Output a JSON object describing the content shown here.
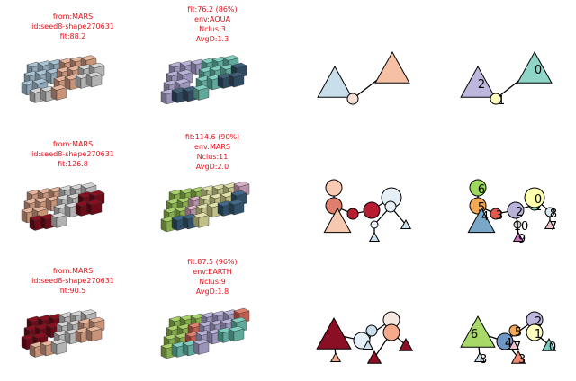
{
  "rows": [
    {
      "left_caption": [
        "from:MARS",
        "id:seed8-shape270631",
        "fit:88.2"
      ],
      "right_caption": [
        "fit:76.2 (86%)",
        "env:AQUA",
        "Nclus:3",
        "AvgD:1.3"
      ],
      "left_blocks": [
        {
          "faces": [
            "#a9c4d6",
            "#8fa8b8",
            "#6a7d8a"
          ]
        },
        {
          "faces": [
            "#e6b49a",
            "#c99377",
            "#8a6455"
          ]
        },
        {
          "faces": [
            "#d5d5d5",
            "#b3b3b3",
            "#7f7f7f"
          ]
        }
      ],
      "right_blocks": [
        {
          "faces": [
            "#b8b3d8",
            "#9a95ba",
            "#6e6a88"
          ]
        },
        {
          "faces": [
            "#7ecfbf",
            "#5ea999",
            "#3f7a6e"
          ]
        },
        {
          "faces": [
            "#3f5f7a",
            "#2f4a60",
            "#1f3344"
          ]
        }
      ],
      "graph1_nodes": [
        {
          "shape": "triangle",
          "color": "#c8dfeb",
          "label": ""
        },
        {
          "shape": "triangle",
          "color": "#f6c0a5",
          "label": ""
        },
        {
          "shape": "circle",
          "color": "#f6e0d5",
          "label": ""
        }
      ],
      "graph2_nodes": [
        {
          "shape": "triangle",
          "color": "#bdb7de",
          "label": "2"
        },
        {
          "shape": "triangle",
          "color": "#8ed4c7",
          "label": "0"
        },
        {
          "shape": "circle",
          "color": "#ffffc0",
          "label": "1"
        }
      ]
    },
    {
      "left_caption": [
        "from:MARS",
        "id:seed8-shape270631",
        "fit:126.8"
      ],
      "right_caption": [
        "fit:114.6 (90%)",
        "env:MARS",
        "Nclus:11",
        "AvgD:2.0"
      ],
      "left_blocks": [
        {
          "faces": [
            "#e6b49a",
            "#c99377",
            "#8a6455"
          ]
        },
        {
          "faces": [
            "#d5d5d5",
            "#b3b3b3",
            "#7f7f7f"
          ]
        },
        {
          "faces": [
            "#8b0f1f",
            "#6e0b18",
            "#4a0710"
          ]
        }
      ],
      "right_blocks": [
        {
          "faces": [
            "#a8d068",
            "#86ad4c",
            "#5c7a30"
          ]
        },
        {
          "faces": [
            "#e0e0a8",
            "#bfbf86",
            "#8a8a5c"
          ]
        },
        {
          "faces": [
            "#3f6a8a",
            "#2f5068",
            "#203848"
          ]
        },
        {
          "faces": [
            "#d8b3c8",
            "#b893a8",
            "#8a6a7a"
          ]
        }
      ],
      "graph1_nodes": [
        {
          "shape": "circle",
          "color": "#f9cbb5",
          "label": ""
        },
        {
          "shape": "circle",
          "color": "#e07e6e",
          "label": ""
        },
        {
          "shape": "triangle",
          "color": "#f6c8b0",
          "label": ""
        },
        {
          "shape": "circle",
          "color": "#b81c30",
          "label": ""
        },
        {
          "shape": "circle",
          "color": "#b81c30",
          "label": ""
        },
        {
          "shape": "circle",
          "color": "#e6eef6",
          "label": ""
        },
        {
          "shape": "circle",
          "color": "#e6eef6",
          "label": ""
        },
        {
          "shape": "circle",
          "color": "#e6eef6",
          "label": ""
        },
        {
          "shape": "triangle",
          "color": "#c8dfeb",
          "label": ""
        },
        {
          "shape": "triangle",
          "color": "#c8dfeb",
          "label": ""
        }
      ],
      "graph2_nodes": [
        {
          "shape": "circle",
          "color": "#9ed85a",
          "label": "6"
        },
        {
          "shape": "circle",
          "color": "#f2a955",
          "label": "5"
        },
        {
          "shape": "triangle",
          "color": "#7aa6c8",
          "label": "4"
        },
        {
          "shape": "circle",
          "color": "#e05a4e",
          "label": "3"
        },
        {
          "shape": "circle",
          "color": "#b8b3d8",
          "label": "2"
        },
        {
          "shape": "circle",
          "color": "#8ed4c7",
          "label": "1"
        },
        {
          "shape": "circle",
          "color": "#ffffb0",
          "label": "0"
        },
        {
          "shape": "circle",
          "color": "#d0d0d0",
          "label": "10"
        },
        {
          "shape": "triangle",
          "color": "#c878c0",
          "label": "9"
        },
        {
          "shape": "circle",
          "color": "#d8e8f0",
          "label": "8"
        },
        {
          "shape": "triangle",
          "color": "#f0c0c8",
          "label": "7"
        }
      ]
    },
    {
      "left_caption": [
        "from:MARS",
        "id:seed8-shape270631",
        "fit:90.5"
      ],
      "right_caption": [
        "fit:87.5 (96%)",
        "env:EARTH",
        "Nclus:9",
        "AvgD:1.8"
      ],
      "left_blocks": [
        {
          "faces": [
            "#8b0f1f",
            "#6e0b18",
            "#4a0710"
          ]
        },
        {
          "faces": [
            "#d5d5d5",
            "#b3b3b3",
            "#7f7f7f"
          ]
        },
        {
          "faces": [
            "#e6b49a",
            "#c99377",
            "#8a6455"
          ]
        }
      ],
      "right_blocks": [
        {
          "faces": [
            "#a8d068",
            "#86ad4c",
            "#5c7a30"
          ]
        },
        {
          "faces": [
            "#b8b3d8",
            "#9a95ba",
            "#6e6a88"
          ]
        },
        {
          "faces": [
            "#7ecfbf",
            "#5ea999",
            "#3f7a6e"
          ]
        },
        {
          "faces": [
            "#e07e6e",
            "#c05e50",
            "#8a3e34"
          ]
        }
      ],
      "graph1_nodes": [
        {
          "shape": "triangle",
          "color": "#8b0f24",
          "label": ""
        },
        {
          "shape": "circle",
          "color": "#e6eef6",
          "label": ""
        },
        {
          "shape": "circle",
          "color": "#c8dfeb",
          "label": ""
        },
        {
          "shape": "circle",
          "color": "#f6e8e0",
          "label": ""
        },
        {
          "shape": "circle",
          "color": "#f4a98a",
          "label": ""
        },
        {
          "shape": "triangle",
          "color": "#8b0f24",
          "label": ""
        },
        {
          "shape": "triangle",
          "color": "#8b0f24",
          "label": ""
        },
        {
          "shape": "triangle",
          "color": "#f4a98a",
          "label": ""
        },
        {
          "shape": "triangle",
          "color": "#c8dfeb",
          "label": ""
        }
      ],
      "graph2_nodes": [
        {
          "shape": "triangle",
          "color": "#a8d868",
          "label": "6"
        },
        {
          "shape": "circle",
          "color": "#f2a955",
          "label": "5"
        },
        {
          "shape": "circle",
          "color": "#6f96c4",
          "label": "4"
        },
        {
          "shape": "circle",
          "color": "#bdb7de",
          "label": "2"
        },
        {
          "shape": "circle",
          "color": "#ffffc0",
          "label": "1"
        },
        {
          "shape": "triangle",
          "color": "#7fc8be",
          "label": "0"
        },
        {
          "shape": "triangle",
          "color": "#c8dfeb",
          "label": "8"
        },
        {
          "shape": "triangle",
          "color": "#f08a70",
          "label": "3"
        },
        {
          "shape": "triangle",
          "color": "#f0c0c8",
          "label": "7"
        }
      ]
    }
  ]
}
